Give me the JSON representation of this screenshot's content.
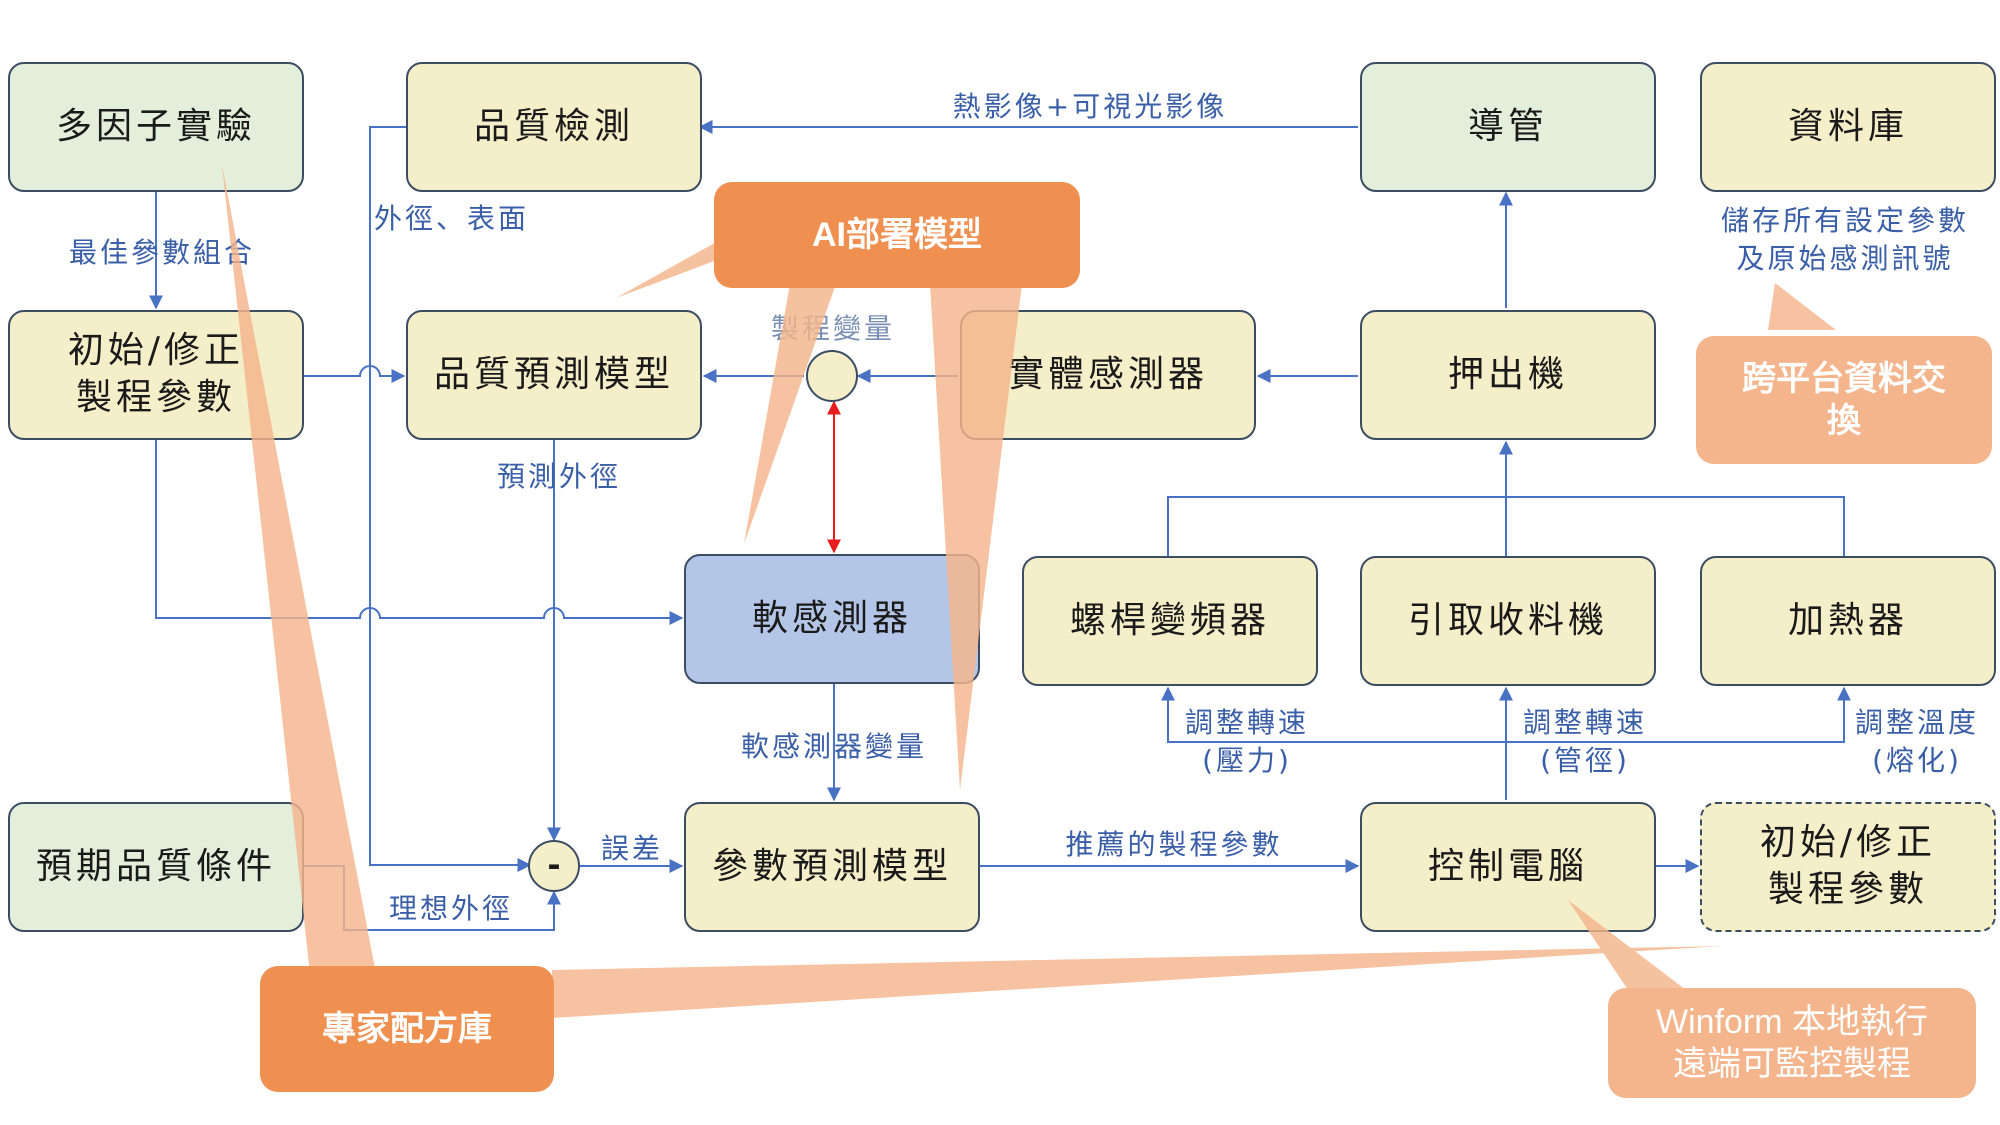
{
  "boxes": {
    "multi_factor": "多因子實驗",
    "quality_inspect": "品質檢測",
    "conduit": "導管",
    "database": "資料庫",
    "init_params": "初始/修正\n製程參數",
    "quality_model": "品質預測模型",
    "physical_sensor": "實體感測器",
    "extruder": "押出機",
    "soft_sensor": "軟感測器",
    "screw_vfd": "螺桿變頻器",
    "haul_off": "引取收料機",
    "heater": "加熱器",
    "expected_quality": "預期品質條件",
    "param_model": "參數預測模型",
    "control_pc": "控制電腦",
    "init_params_out": "初始/修正\n製程參數"
  },
  "labels": {
    "thermal": "熱影像+可視光影像",
    "diameter_surface": "外徑、表面",
    "best_params": "最佳參數組合",
    "store_params": "儲存所有設定參數\n及原始感測訊號",
    "process_vars": "製程變量",
    "predicted_diameter": "預測外徑",
    "soft_vars": "軟感測器變量",
    "error": "誤差",
    "ideal_diameter": "理想外徑",
    "recommended": "推薦的製程參數",
    "adjust_speed_pressure": "調整轉速\n(壓力)",
    "adjust_speed_diameter": "調整轉速\n(管徑)",
    "adjust_temp": "調整溫度\n(熔化)",
    "minus": "-"
  },
  "callouts": {
    "ai_deploy": "AI部署模型",
    "cross_platform": "跨平台資料交\n換",
    "expert_recipe": "專家配方庫",
    "winform": "Winform 本地執行\n遠端可監控製程"
  },
  "colors": {
    "box_border": "#3c4d63",
    "green_fill": "#e3efda",
    "cream_fill": "#f4efc9",
    "blue_fill": "#b4c6e7",
    "wire": "#4a72c4",
    "label": "#3a5fa8",
    "callout_dark": "#ef9050",
    "callout_light": "#f4b58c",
    "highlight_arrow": "#e81c1c"
  }
}
